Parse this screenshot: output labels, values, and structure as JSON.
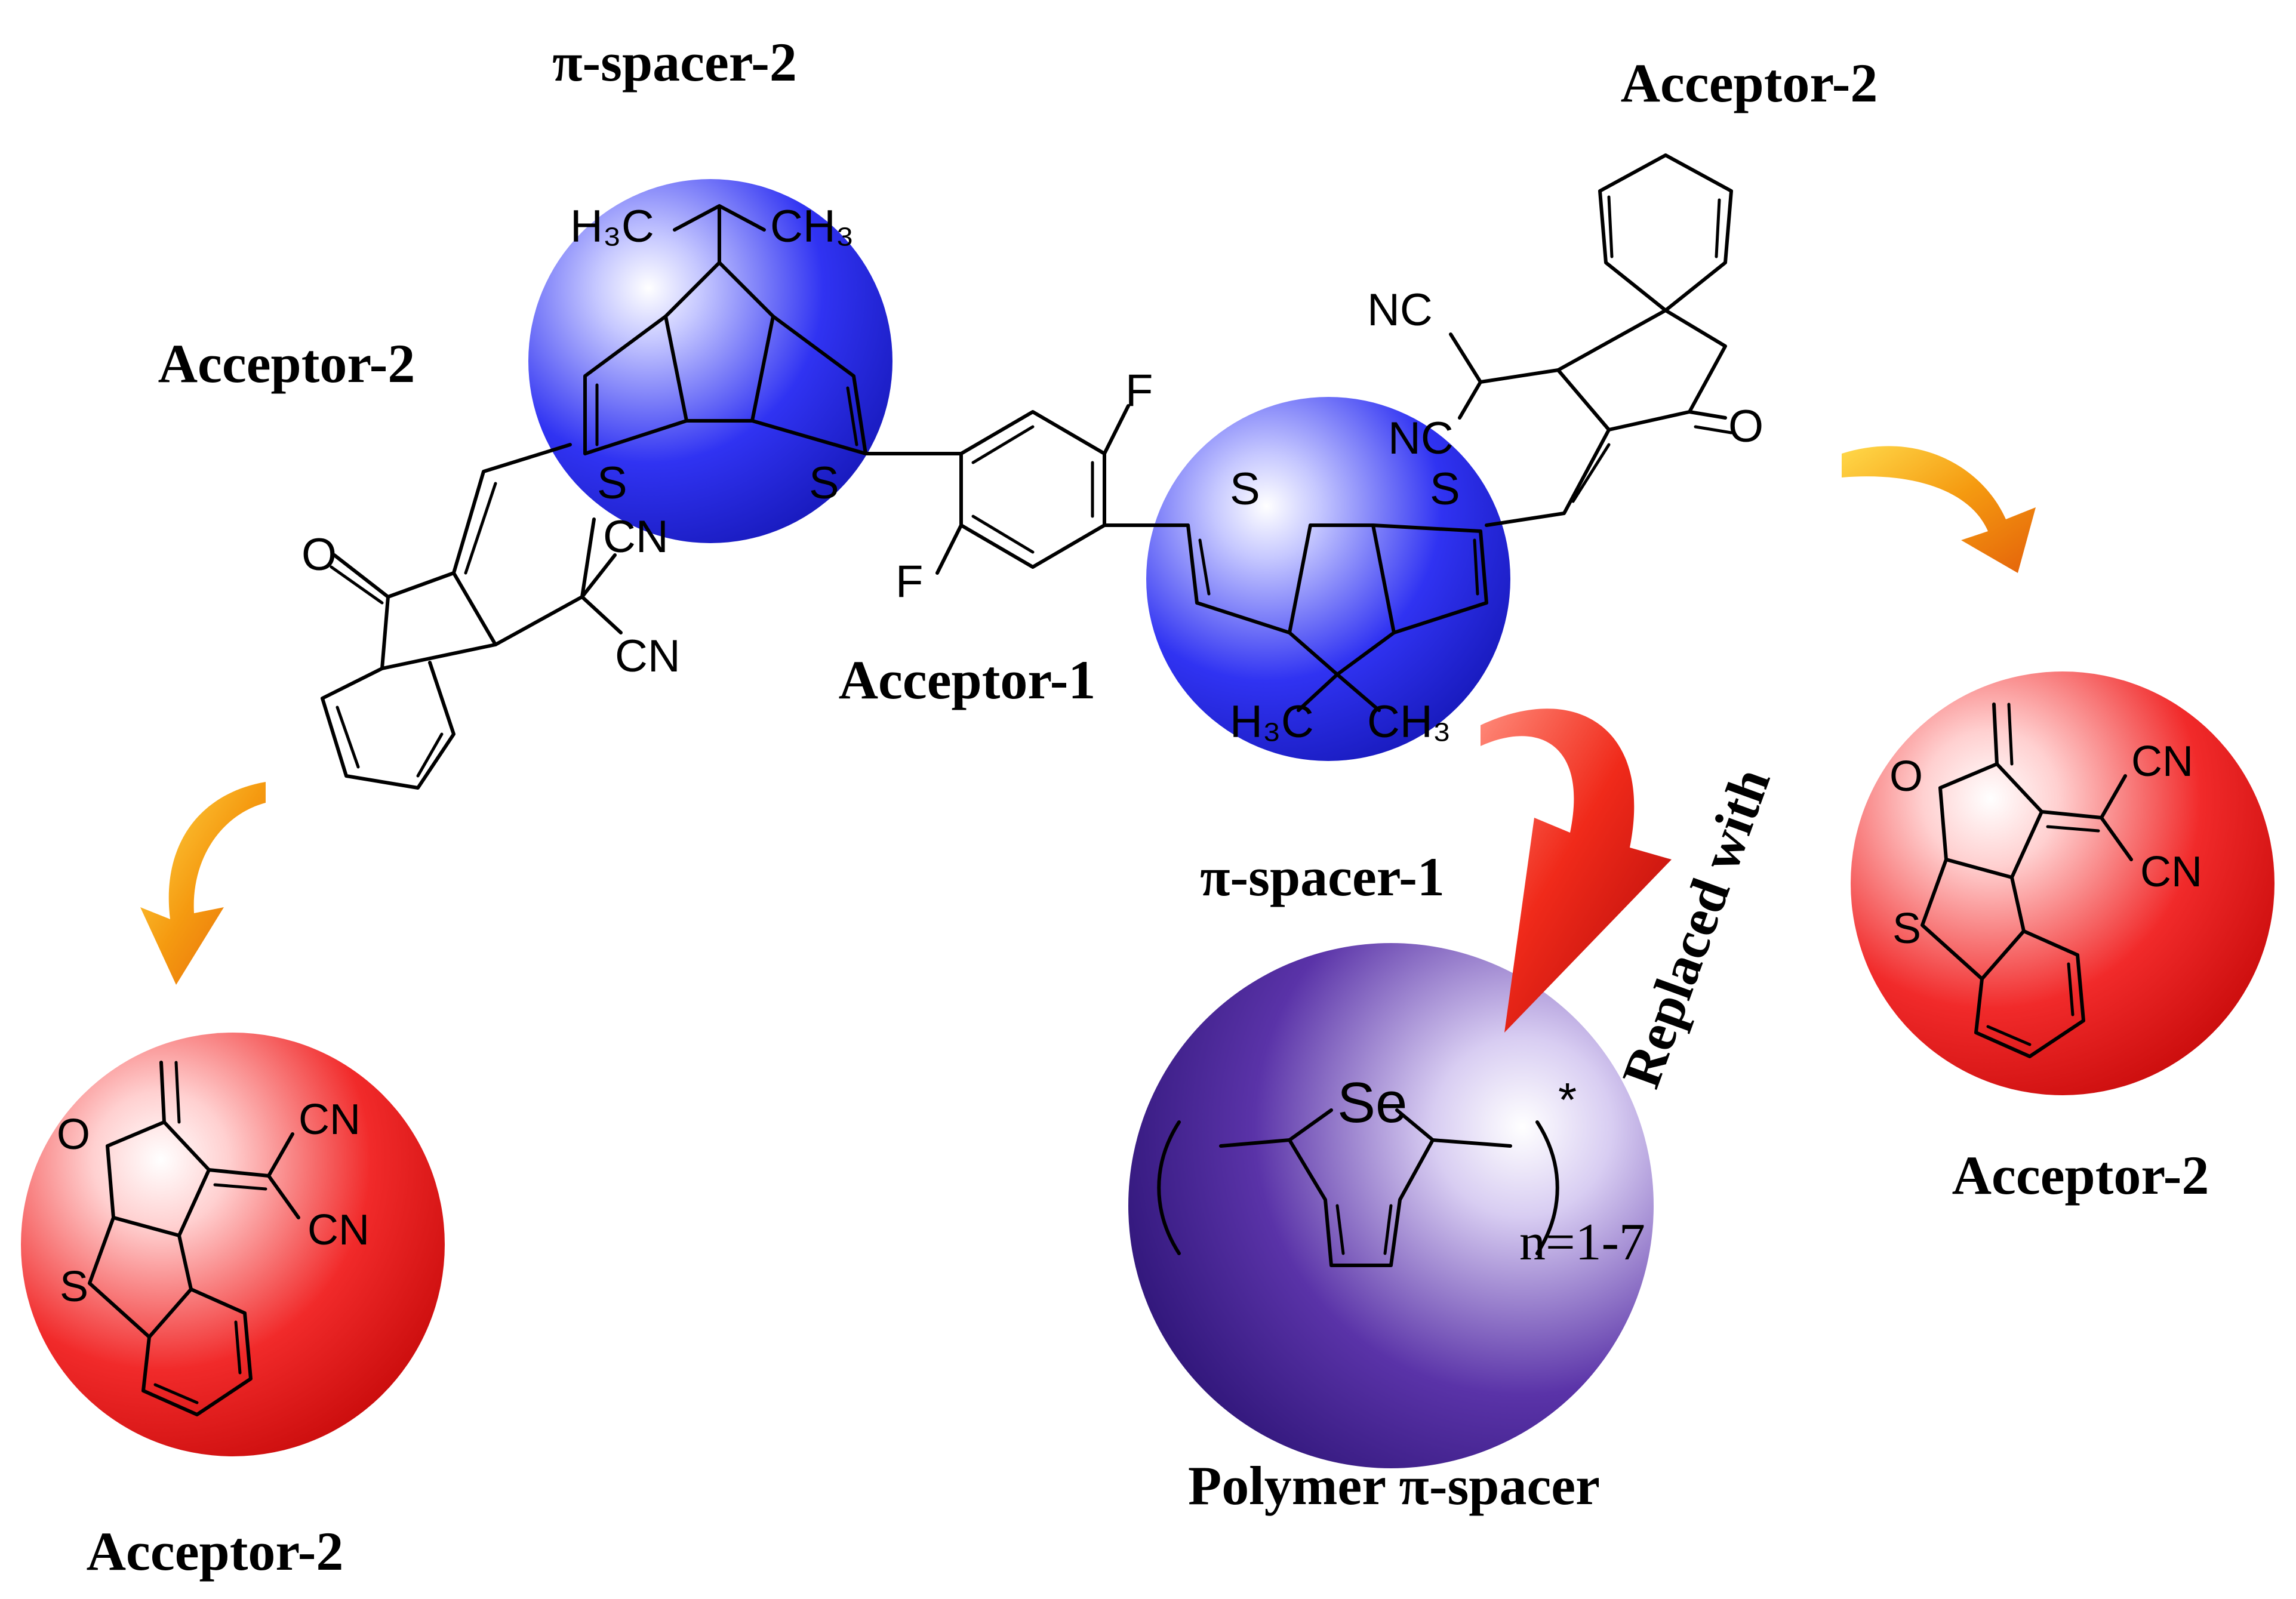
{
  "labels": {
    "pi_spacer_2": "π-spacer-2",
    "acceptor_2_top_right": "Acceptor-2",
    "acceptor_2_left": "Acceptor-2",
    "acceptor_1": "Acceptor-1",
    "pi_spacer_1": "π-spacer-1",
    "replaced_with": "Replaced with",
    "acceptor_2_right": "Acceptor-2",
    "polymer_pi_spacer": "Polymer π-spacer",
    "acceptor_2_bottom_left": "Acceptor-2"
  },
  "atoms": {
    "h3c": "H₃C",
    "ch3": "CH₃",
    "s": "S",
    "f": "F",
    "o": "O",
    "cn": "CN",
    "nc": "NC",
    "se": "Se",
    "n_range": "n=1-7",
    "star": "*"
  },
  "colors": {
    "pi_spacer_blue": "#2a2cf0",
    "acceptor_red": "#ee1111",
    "polymer_purple": "#3d1e8c",
    "arrow_orange": "#f08a10",
    "arrow_red": "#e01010"
  },
  "icons": {
    "small_arrows": "curved-arrow-icon",
    "big_arrow": "curved-arrow-icon"
  }
}
